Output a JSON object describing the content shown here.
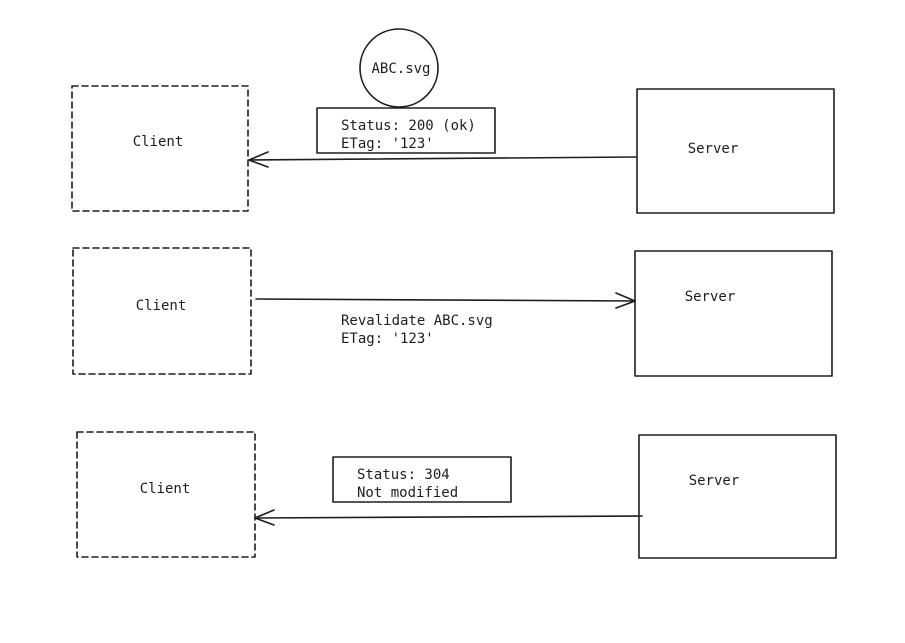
{
  "colors": {
    "ink": "#1e1e1e",
    "background": "#ffffff"
  },
  "rows": [
    {
      "client_label": "Client",
      "server_label": "Server",
      "direction": "server-to-client",
      "message_lines": [
        "Status: 200 (ok)",
        "ETag: '123'"
      ],
      "message_boxed": true,
      "attachment": {
        "shape": "circle",
        "label": "ABC.svg"
      }
    },
    {
      "client_label": "Client",
      "server_label": "Server",
      "direction": "client-to-server",
      "message_lines": [
        "Revalidate ABC.svg",
        "ETag: '123'"
      ],
      "message_boxed": false
    },
    {
      "client_label": "Client",
      "server_label": "Server",
      "direction": "server-to-client",
      "message_lines": [
        "Status: 304",
        "Not modified"
      ],
      "message_boxed": true
    }
  ]
}
